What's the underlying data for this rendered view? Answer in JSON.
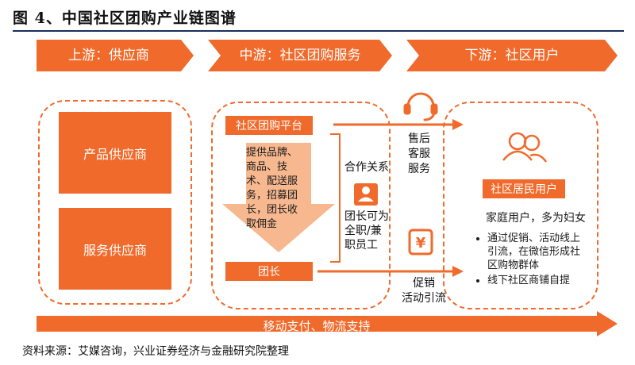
{
  "figure": {
    "title": "图 4、中国社区团购产业链图谱",
    "source": "资料来源：艾媒咨询，兴业证券经济与金融研究院整理"
  },
  "stages": [
    "上游：供应商",
    "中游：社区团购服务",
    "下游：社区用户"
  ],
  "upstream": {
    "items": [
      "产品供应商",
      "服务供应商"
    ]
  },
  "midstream": {
    "platform": "社区团购平台",
    "platform_services": [
      "提供品牌、",
      "商品、技",
      "术、配送服",
      "务，招募团",
      "长，团长收",
      "取佣金"
    ],
    "leader": "团长",
    "relation_label": "合作关系",
    "leader_desc": [
      "团长可为",
      "全职/兼",
      "职员工"
    ]
  },
  "links": {
    "after_sales": [
      "售后",
      "客服",
      "服务"
    ],
    "promotion": [
      "促销",
      "活动引流"
    ]
  },
  "downstream": {
    "user_label": "社区居民用户",
    "user_desc": "家庭用户，多为妇女",
    "bullets": [
      "通过促销、活动线上引流，在微信形成社区购物群体",
      "线下社区商铺自提"
    ]
  },
  "bottom_bar": "移动支付、物流支持",
  "colors": {
    "accent": "#f06a2b",
    "light_accent": "#f7b88f",
    "title_rule": "#1a2f5a"
  }
}
